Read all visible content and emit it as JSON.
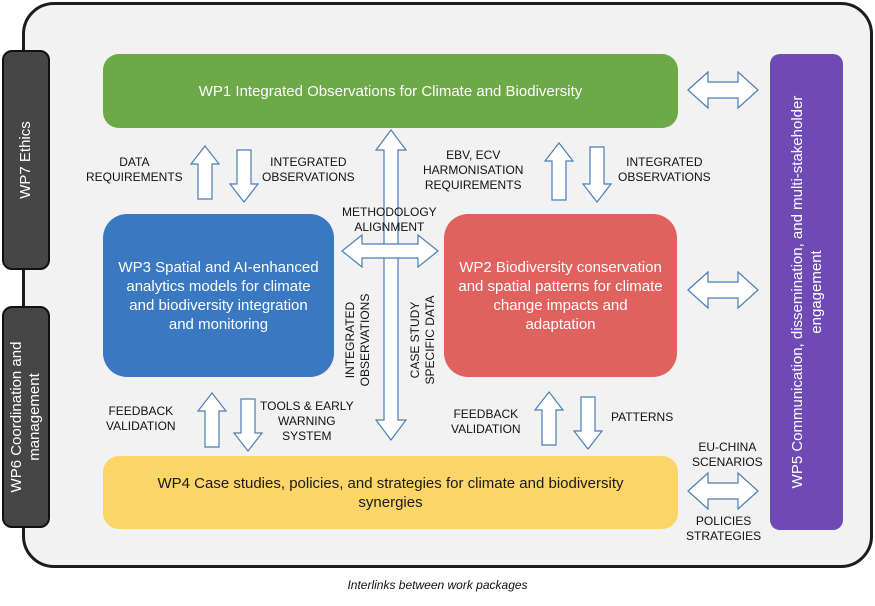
{
  "wp1": "WP1 Integrated Observations for Climate and Biodiversity",
  "wp2": "WP2 Biodiversity conservation and spatial patterns for climate change impacts and adaptation",
  "wp3": "WP3 Spatial and AI-enhanced analytics models for climate and biodiversity integration and monitoring",
  "wp4": "WP4 Case studies, policies, and strategies for climate and biodiversity synergies",
  "wp5": "WP5 Communication, dissemination, and multi-stakeholder engagement",
  "wp6": "WP6 Coordination and management",
  "wp7": "WP7 Ethics",
  "labels": {
    "data_requirements": "DATA\nREQUIREMENTS",
    "integrated_obs_left": "INTEGRATED\nOBSERVATIONS",
    "harmonisation": "EBV, ECV\nHARMONISATION\nREQUIREMENTS",
    "integrated_obs_right": "INTEGRATED\nOBSERVATIONS",
    "methodology": "METHODOLOGY\nALIGNMENT",
    "integrated_obs_vertical": "INTEGRATED\nOBSERVATIONS",
    "case_study_vertical": "CASE STUDY\nSPECIFIC DATA",
    "feedback_left": "FEEDBACK\nVALIDATION",
    "tools": "TOOLS & EARLY\nWARNING\nSYSTEM",
    "feedback_right": "FEEDBACK\nVALIDATION",
    "patterns": "PATTERNS",
    "eu_china": "EU-CHINA\nSCENARIOS",
    "policies": "POLICIES\nSTRATEGIES"
  },
  "caption": "Interlinks between work packages",
  "colors": {
    "wp1": "#6ea948",
    "wp2": "#e0625f",
    "wp3": "#3a78c2",
    "wp4": "#fbd567",
    "wp5": "#6f4ab5",
    "side_tabs": "#464646",
    "arrow_stroke": "#4a7fb5"
  }
}
